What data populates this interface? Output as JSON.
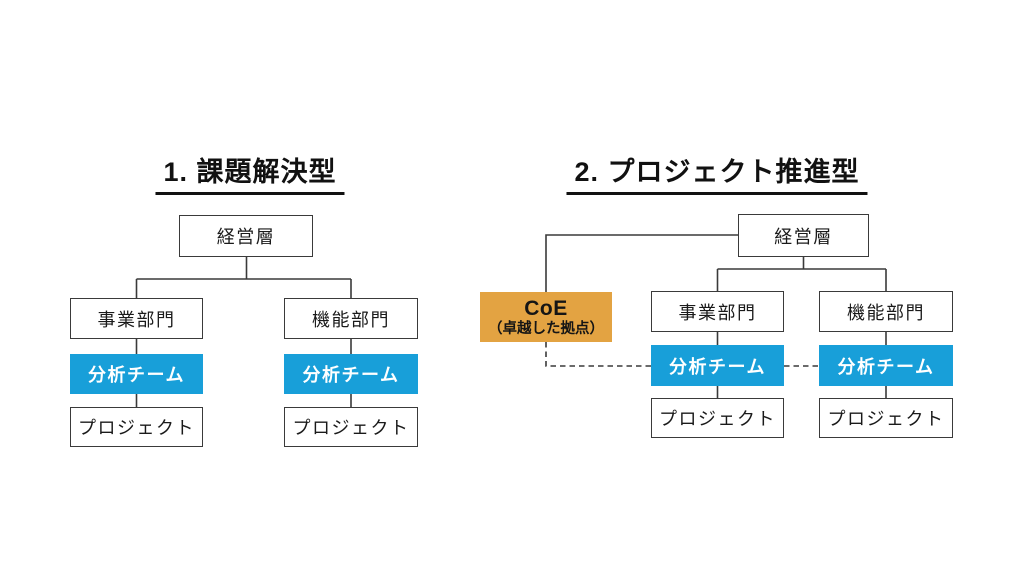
{
  "page": {
    "background": "#ffffff"
  },
  "colors": {
    "line": "#3a3a3a",
    "box_border": "#3a3a3a",
    "text": "#1a1a1a",
    "accent_blue": "#189FD9",
    "accent_orange": "#E3A342"
  },
  "diagram_left": {
    "title": "1. 課題解決型",
    "management": "経営層",
    "columns": [
      {
        "dept": "事業部門",
        "team": "分析チーム",
        "project": "プロジェクト"
      },
      {
        "dept": "機能部門",
        "team": "分析チーム",
        "project": "プロジェクト"
      }
    ]
  },
  "diagram_right": {
    "title": "2. プロジェクト推進型",
    "management": "経営層",
    "coe_line1": "CoE",
    "coe_line2": "（卓越した拠点）",
    "columns": [
      {
        "dept": "事業部門",
        "team": "分析チーム",
        "project": "プロジェクト"
      },
      {
        "dept": "機能部門",
        "team": "分析チーム",
        "project": "プロジェクト"
      }
    ]
  }
}
